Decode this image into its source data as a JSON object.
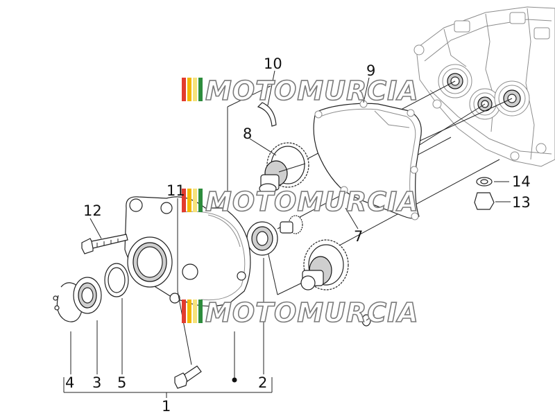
{
  "watermark": {
    "text": "MOTOMURCIA",
    "stripe_colors": [
      "#e23b2e",
      "#f2b705",
      "#f6e27a",
      "#2d8c3c"
    ],
    "outline_color": "#7a7a7a"
  },
  "callouts": {
    "c1": "1",
    "c2": "2",
    "c3": "3",
    "c4": "4",
    "c5": "5",
    "c7": "7",
    "c8": "8",
    "c9": "9",
    "c10": "10",
    "c11": "11",
    "c12": "12",
    "c13": "13",
    "c14": "14"
  }
}
